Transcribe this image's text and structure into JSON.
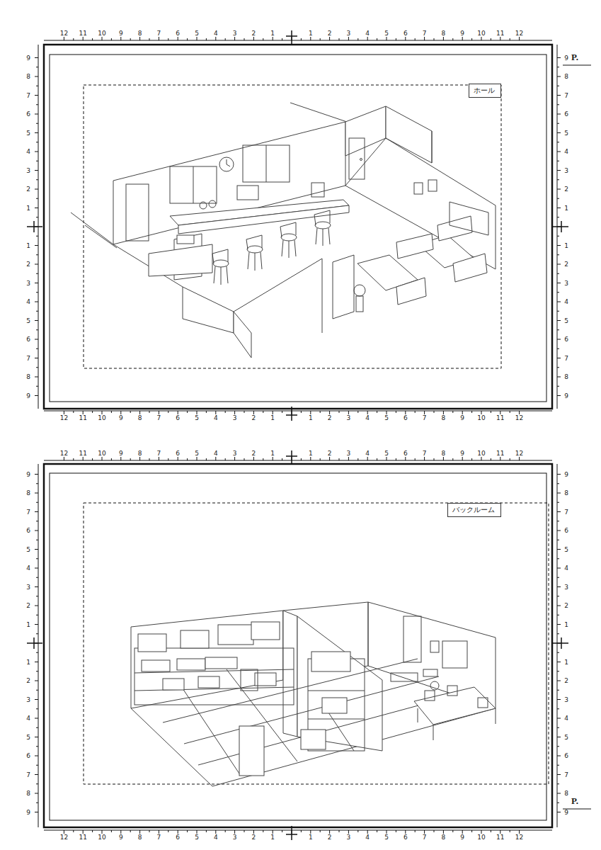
{
  "diagram": {
    "nodes": [
      {
        "text": [
          "ホール"
        ]
      },
      {
        "text": [
          "バックルーム"
        ]
      }
    ],
    "labels": [
      "12",
      "11",
      "10",
      "9",
      "8",
      "7",
      "6",
      "5",
      "4",
      "3",
      "2",
      "1",
      "1",
      "2",
      "3",
      "4",
      "5",
      "6",
      "7",
      "8",
      "9",
      "10",
      "11",
      "12",
      "12",
      "11",
      "10",
      "9",
      "8",
      "7",
      "6",
      "5",
      "4",
      "3",
      "2",
      "1",
      "1",
      "2",
      "3",
      "4",
      "5",
      "6",
      "7",
      "8",
      "9",
      "10",
      "11",
      "12",
      "9",
      "8",
      "7",
      "6",
      "5",
      "4",
      "3",
      "2",
      "1",
      "1",
      "2",
      "3",
      "4",
      "5",
      "6",
      "7",
      "8",
      "9",
      "9",
      "8",
      "7",
      "6",
      "5",
      "4",
      "3",
      "2",
      "1",
      "1",
      "2",
      "3",
      "4",
      "5",
      "6",
      "7",
      "8",
      "9",
      "12",
      "11",
      "10",
      "9",
      "8",
      "7",
      "6",
      "5",
      "4",
      "3",
      "2",
      "1",
      "1",
      "2",
      "3",
      "4",
      "5",
      "6",
      "7",
      "8",
      "9",
      "10",
      "11",
      "12",
      "12",
      "11",
      "10",
      "9",
      "8",
      "7",
      "6",
      "5",
      "4",
      "3",
      "2",
      "1",
      "1",
      "2",
      "3",
      "4",
      "5",
      "6",
      "7",
      "8",
      "9",
      "10",
      "11",
      "12",
      "9",
      "8",
      "7",
      "6",
      "5",
      "4",
      "3",
      "2",
      "1",
      "1",
      "2",
      "3",
      "4",
      "5",
      "6",
      "7",
      "8",
      "9",
      "9",
      "8",
      "7",
      "6",
      "5",
      "4",
      "3",
      "2",
      "1",
      "1",
      "2",
      "3",
      "4",
      "5",
      "6",
      "7",
      "8",
      "9",
      "P.",
      "P."
    ]
  }
}
